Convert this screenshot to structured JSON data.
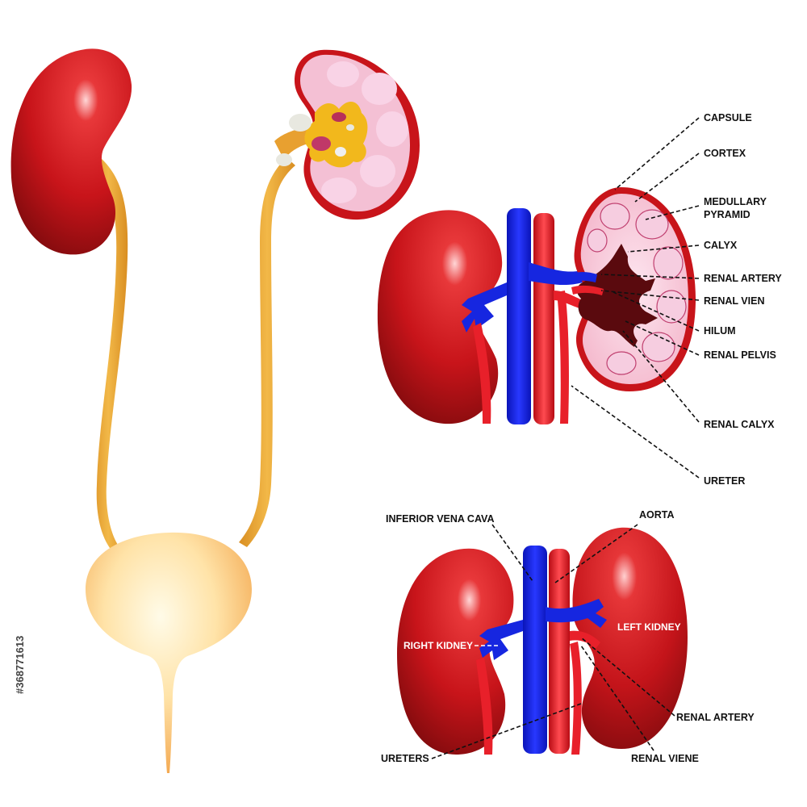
{
  "section_labels": {
    "capsule": "CAPSULE",
    "cortex": "CORTEX",
    "medullary_pyramid_1": "MEDULLARY",
    "medullary_pyramid_2": "PYRAMID",
    "calyx": "CALYX",
    "renal_artery": "RENAL ARTERY",
    "renal_vien": "RENAL VIEN",
    "hilum": "HILUM",
    "renal_pelvis": "RENAL PELVIS",
    "renal_calyx": "RENAL CALYX",
    "ureter": "URETER"
  },
  "front_labels": {
    "inferior_vena_cava": "INFERIOR VENA CAVA",
    "aorta": "AORTA",
    "right_kidney": "RIGHT KIDNEY",
    "left_kidney": "LEFT KIDNEY",
    "renal_artery": "RENAL ARTERY",
    "renal_viene": "RENAL VIENE",
    "ureters": "URETERS"
  },
  "watermark": {
    "stock_id": "#368771613"
  },
  "colors": {
    "kidney_red": "#c8141a",
    "kidney_dark": "#7a0a0c",
    "ureter_orange": "#e8a030",
    "bladder_light": "#fff2c8",
    "bladder_orange": "#f0a040",
    "vein_blue": "#1626e0",
    "artery_red": "#e8202a",
    "cortex_pink": "#f4b8cc",
    "pyramid_pink": "#f7c6dc",
    "fat_yellow": "#f2b81c"
  }
}
